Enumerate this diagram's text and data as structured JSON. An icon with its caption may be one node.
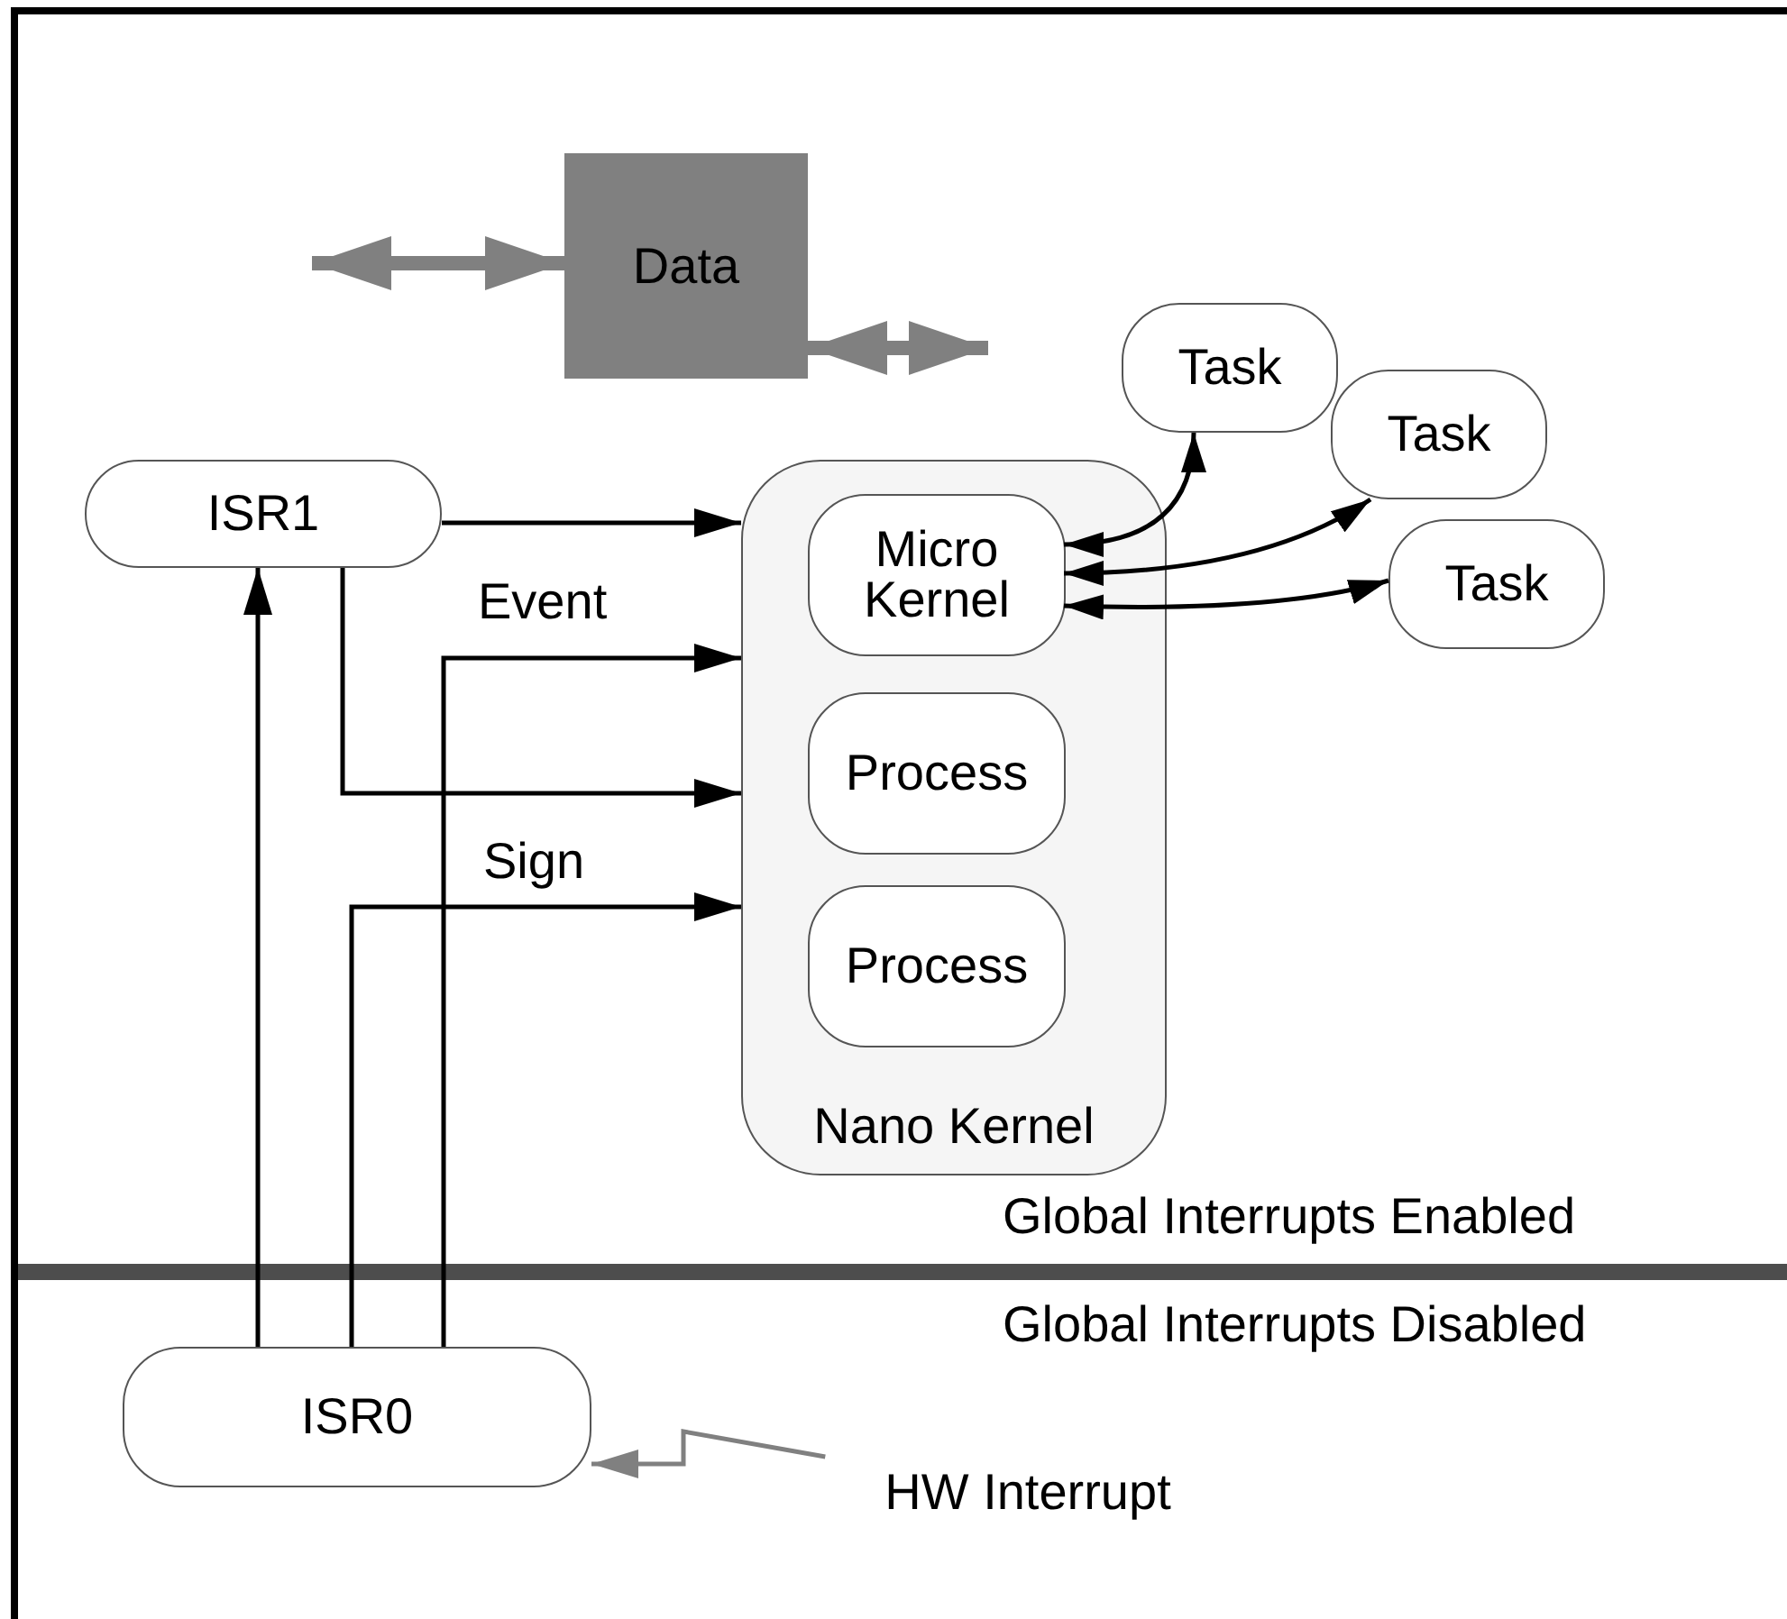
{
  "diagram": {
    "nodes": [
      {
        "text": [
          "Data"
        ]
      },
      {
        "text": [
          "ISR1"
        ]
      },
      {
        "text": [
          "Nano Kernel"
        ]
      },
      {
        "text": [
          "Micro Kernel"
        ],
        "in": 2
      },
      {
        "text": [
          "Process"
        ],
        "in": 2
      },
      {
        "text": [
          "Process"
        ],
        "in": 2
      },
      {
        "text": [
          "Task"
        ]
      },
      {
        "text": [
          "Task"
        ]
      },
      {
        "text": [
          "Task"
        ]
      },
      {
        "text": [
          "ISR0"
        ]
      },
      {
        "text": [
          "HW Interrupt"
        ]
      }
    ],
    "edges": [
      {
        "from": null,
        "to": 0,
        "arrow": "both",
        "style": "thick",
        "color": "#808080"
      },
      {
        "from": 0,
        "to": null,
        "arrow": "both",
        "style": "thick",
        "color": "#808080"
      },
      {
        "from": 1,
        "to": 2,
        "arrow": "to"
      },
      {
        "from": 1,
        "to": 2,
        "arrow": "to"
      },
      {
        "from": 9,
        "to": 1,
        "arrow": "to"
      },
      {
        "from": 9,
        "to": 2,
        "arrow": "to",
        "label": "Event"
      },
      {
        "from": 9,
        "to": 2,
        "arrow": "to",
        "label": "Sign"
      },
      {
        "from": 3,
        "to": 6,
        "arrow": "both"
      },
      {
        "from": 3,
        "to": 7,
        "arrow": "both"
      },
      {
        "from": 3,
        "to": 8,
        "arrow": "both"
      },
      {
        "from": 10,
        "to": 9,
        "arrow": "to",
        "color": "#808080"
      }
    ],
    "labels": [
      "Global Interrupts Enabled",
      "Global Interrupts Disabled"
    ]
  }
}
